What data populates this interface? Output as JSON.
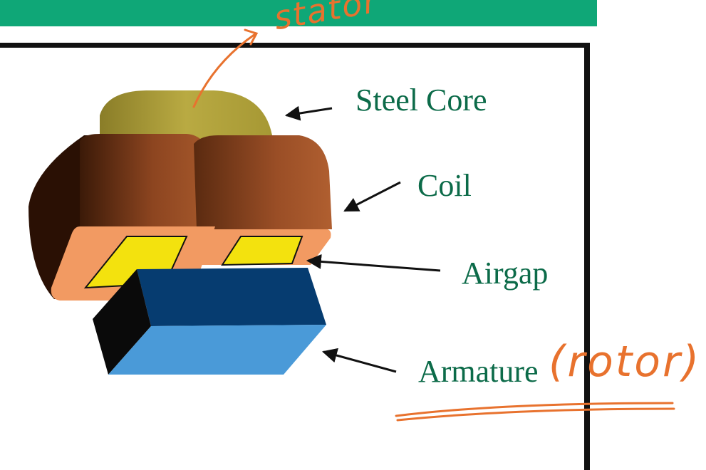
{
  "labels": {
    "steel_core": "Steel Core",
    "coil": "Coil",
    "airgap": "Airgap",
    "armature": "Armature"
  },
  "annotations": {
    "stator": "stator",
    "rotor": "(rotor)"
  },
  "colors": {
    "header_bar": "#0fa777",
    "label_text": "#0c6b49",
    "annotation_ink": "#e8722e",
    "steel_core": "#b4a53c",
    "coil": "#9a4e26",
    "coil_edge": "#f29a62",
    "airgap_fill": "#f3e20e",
    "armature_top": "#063c70",
    "armature_front": "#4a9ad8"
  }
}
